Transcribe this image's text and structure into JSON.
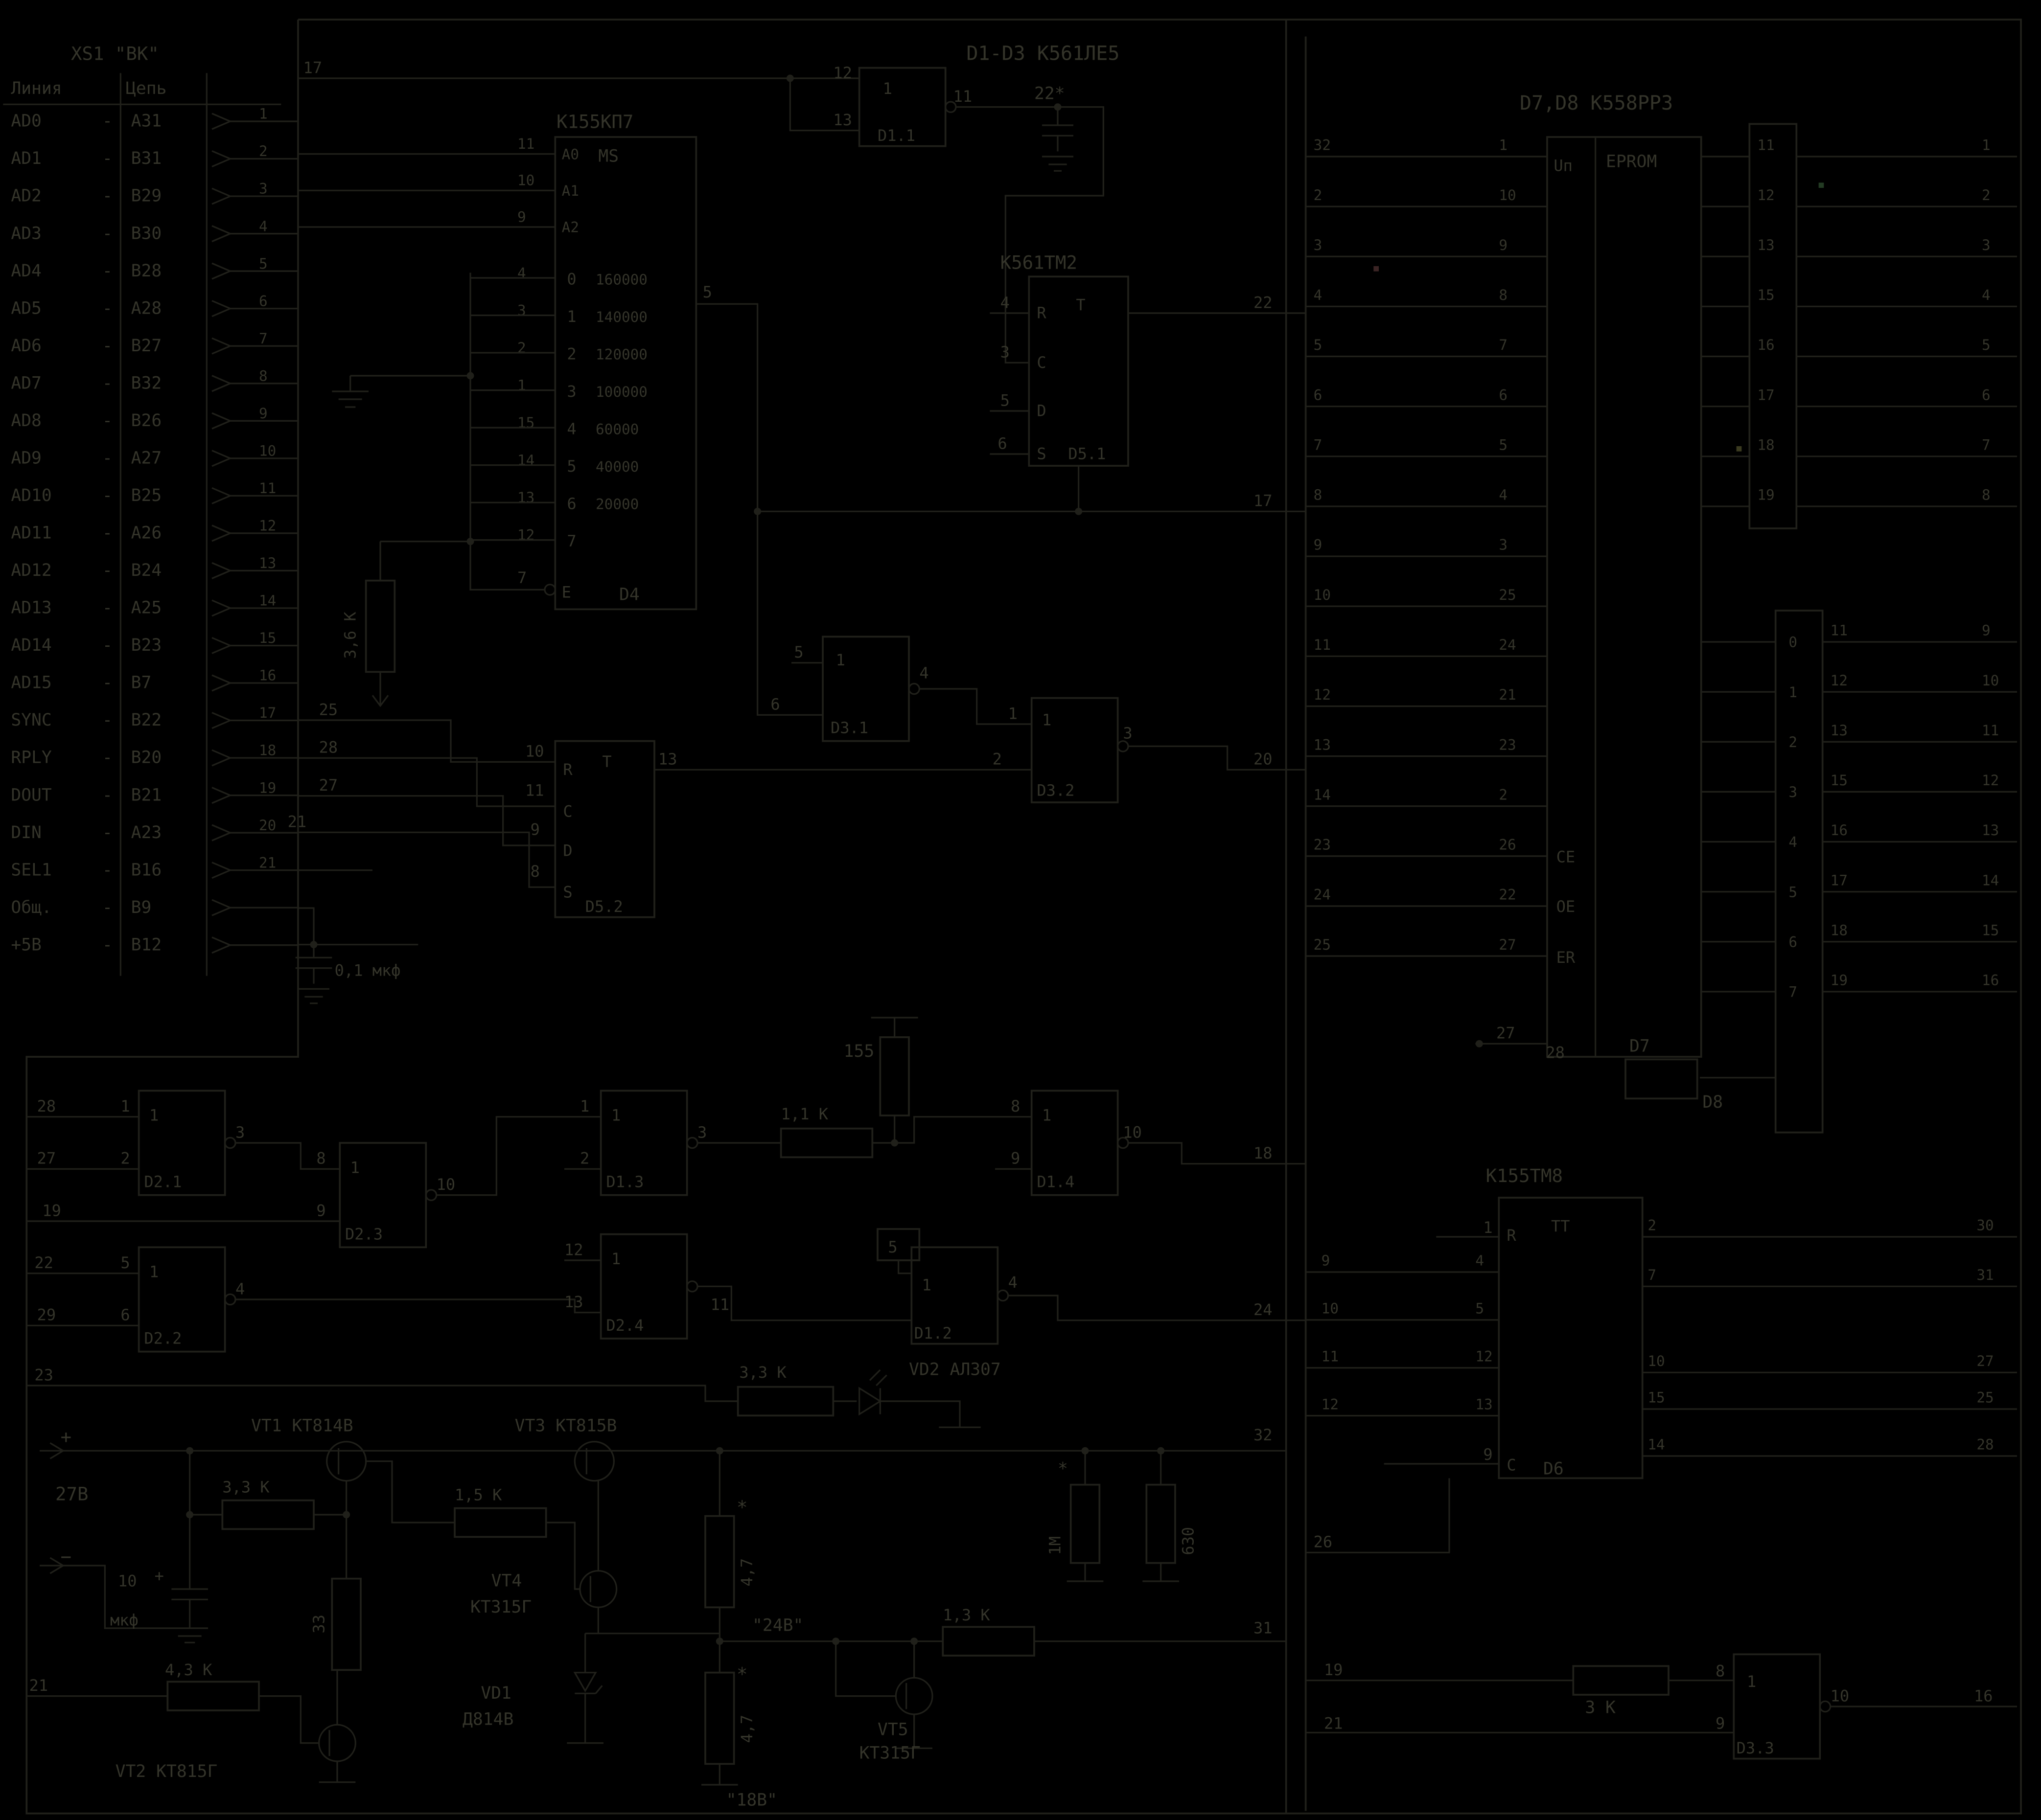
{
  "colors": {
    "background": "#000000",
    "line": "#20201a",
    "text": "#34342a",
    "speck_green": "#233b23",
    "speck_red": "#3b2424",
    "speck_yellow": "#3b3b20"
  },
  "connector": {
    "title": "XS1 \"ВК\"",
    "col_line": "Линия",
    "col_circuit": "Цепь",
    "dash": "-",
    "rows": [
      {
        "sig": "AD0",
        "pin": "A31",
        "num": "1"
      },
      {
        "sig": "AD1",
        "pin": "B31",
        "num": "2"
      },
      {
        "sig": "AD2",
        "pin": "B29",
        "num": "3"
      },
      {
        "sig": "AD3",
        "pin": "B30",
        "num": "4"
      },
      {
        "sig": "AD4",
        "pin": "B28",
        "num": "5"
      },
      {
        "sig": "AD5",
        "pin": "A28",
        "num": "6"
      },
      {
        "sig": "AD6",
        "pin": "B27",
        "num": "7"
      },
      {
        "sig": "AD7",
        "pin": "B32",
        "num": "8"
      },
      {
        "sig": "AD8",
        "pin": "B26",
        "num": "9"
      },
      {
        "sig": "AD9",
        "pin": "A27",
        "num": "10"
      },
      {
        "sig": "AD10",
        "pin": "B25",
        "num": "11"
      },
      {
        "sig": "AD11",
        "pin": "A26",
        "num": "12"
      },
      {
        "sig": "AD12",
        "pin": "B24",
        "num": "13"
      },
      {
        "sig": "AD13",
        "pin": "A25",
        "num": "14"
      },
      {
        "sig": "AD14",
        "pin": "B23",
        "num": "15"
      },
      {
        "sig": "AD15",
        "pin": "B7",
        "num": "16"
      },
      {
        "sig": "SYNC",
        "pin": "B22",
        "num": "17"
      },
      {
        "sig": "RPLY",
        "pin": "B20",
        "num": "18"
      },
      {
        "sig": "DOUT",
        "pin": "B21",
        "num": "19"
      },
      {
        "sig": "DIN",
        "pin": "A23",
        "num": "20"
      },
      {
        "sig": "SEL1",
        "pin": "B16",
        "num": "21"
      },
      {
        "sig": "Общ.",
        "pin": "B9",
        "num": ""
      },
      {
        "sig": "+5В",
        "pin": "B12",
        "num": ""
      }
    ]
  },
  "decoder_d4": {
    "part": "К155КП7",
    "func": "MS",
    "addr_inputs": [
      "A0",
      "A1",
      "A2"
    ],
    "addr_pins": [
      "11",
      "10",
      "9"
    ],
    "data_pins": [
      "4",
      "3",
      "2",
      "1",
      "15",
      "14",
      "13",
      "12"
    ],
    "rows": [
      [
        "0",
        "160000"
      ],
      [
        "1",
        "140000"
      ],
      [
        "2",
        "120000"
      ],
      [
        "3",
        "100000"
      ],
      [
        "4",
        "60000"
      ],
      [
        "5",
        "40000"
      ],
      [
        "6",
        "20000"
      ],
      [
        "7",
        ""
      ]
    ],
    "enable": "E",
    "enable_pin": "7",
    "out_pin": "5",
    "name": "D4"
  },
  "eprom": {
    "title": "D7,D8 К558РР3",
    "supply": "Uп",
    "type": "EPROM",
    "ce": "CE",
    "oe": "OE",
    "er": "ER",
    "left_outer": [
      "32",
      "2",
      "3",
      "4",
      "5",
      "6",
      "7",
      "8",
      "9",
      "10",
      "11",
      "12",
      "13",
      "14",
      "23",
      "24",
      "25"
    ],
    "left_inner": [
      "1",
      "10",
      "9",
      "8",
      "7",
      "6",
      "5",
      "4",
      "3",
      "25",
      "24",
      "21",
      "23",
      "2",
      "26",
      "22",
      "27"
    ],
    "right_top": {
      "left": [
        "11",
        "12",
        "13",
        "15",
        "16",
        "17",
        "18",
        "19"
      ],
      "right": [
        "1",
        "2",
        "3",
        "4",
        "5",
        "6",
        "7",
        "8"
      ]
    },
    "right_bottom": {
      "left": [
        "11",
        "12",
        "13",
        "15",
        "16",
        "17",
        "18",
        "19"
      ],
      "inner": [
        "0",
        "1",
        "2",
        "3",
        "4",
        "5",
        "6",
        "7"
      ],
      "right": [
        "9",
        "10",
        "11",
        "12",
        "13",
        "14",
        "15",
        "16"
      ]
    }
  },
  "tm8": {
    "part": "К155ТМ8",
    "in_outer": [
      "9",
      "10",
      "11",
      "12"
    ],
    "in_inner": [
      "4",
      "5",
      "12",
      "13"
    ],
    "out_inner": [
      "2",
      "7",
      "10",
      "15",
      "14"
    ],
    "out_far": [
      "30",
      "31",
      "27",
      "25",
      "28"
    ]
  },
  "labels": [
    [
      "17",
      232,
      56
    ],
    [
      "D1-D3 К561ЛЕ5",
      740,
      46,
      15
    ],
    [
      "12",
      638,
      60
    ],
    [
      "13",
      638,
      96
    ],
    [
      "1",
      676,
      72
    ],
    [
      "D1.1",
      672,
      108
    ],
    [
      "11",
      730,
      78
    ],
    [
      "22*",
      792,
      76,
      13
    ],
    [
      "К561ТМ2",
      766,
      206,
      14
    ],
    [
      "4",
      766,
      236
    ],
    [
      "3",
      766,
      274
    ],
    [
      "5",
      766,
      311
    ],
    [
      "6",
      764,
      344
    ],
    [
      "R",
      794,
      244
    ],
    [
      "T",
      824,
      238
    ],
    [
      "C",
      794,
      282
    ],
    [
      "D",
      794,
      319
    ],
    [
      "S",
      794,
      352
    ],
    [
      "D5.1",
      818,
      352
    ],
    [
      "22",
      960,
      236
    ],
    [
      "17",
      960,
      388
    ],
    [
      "20",
      960,
      586
    ],
    [
      "К155КП7",
      426,
      98,
      14
    ],
    [
      "MS",
      458,
      124,
      13
    ],
    [
      "5",
      538,
      228
    ],
    [
      "7",
      396,
      447
    ],
    [
      "E",
      430,
      458
    ],
    [
      "D4",
      474,
      460,
      13
    ],
    [
      "3,6 К",
      272,
      505,
      12,
      -90
    ],
    [
      "0,1 мкф",
      256,
      748
    ],
    [
      "5",
      608,
      504
    ],
    [
      "6",
      590,
      544
    ],
    [
      "1",
      640,
      510
    ],
    [
      "D3.1",
      636,
      562
    ],
    [
      "4",
      704,
      520
    ],
    [
      "1",
      772,
      551
    ],
    [
      "2",
      760,
      586
    ],
    [
      "1",
      798,
      556
    ],
    [
      "D3.2",
      794,
      610
    ],
    [
      "3",
      860,
      566
    ],
    [
      "25",
      244,
      548
    ],
    [
      "28",
      244,
      577
    ],
    [
      "27",
      244,
      606
    ],
    [
      "21",
      220,
      634
    ],
    [
      "10",
      402,
      580
    ],
    [
      "11",
      402,
      610
    ],
    [
      "9",
      406,
      640
    ],
    [
      "8",
      406,
      672
    ],
    [
      "R",
      431,
      594
    ],
    [
      "T",
      461,
      588
    ],
    [
      "C",
      431,
      626
    ],
    [
      "D",
      431,
      656
    ],
    [
      "S",
      431,
      688
    ],
    [
      "D5.2",
      448,
      699
    ],
    [
      "13",
      504,
      586
    ],
    [
      "D7,D8 К558РР3",
      1164,
      84,
      15
    ],
    [
      "Uп",
      1190,
      131
    ],
    [
      "EPROM",
      1230,
      128,
      13
    ],
    [
      "CE",
      1192,
      661
    ],
    [
      "OE",
      1192,
      699
    ],
    [
      "ER",
      1192,
      738
    ],
    [
      "27",
      1146,
      796
    ],
    [
      "28",
      1184,
      811
    ],
    [
      "D7",
      1248,
      806,
      13
    ],
    [
      "D8",
      1304,
      849,
      13
    ],
    [
      "К155ТМ8",
      1138,
      906,
      14
    ],
    [
      "R",
      1154,
      951
    ],
    [
      "TT",
      1188,
      944
    ],
    [
      "C",
      1154,
      1127
    ],
    [
      "D6",
      1182,
      1130,
      13
    ],
    [
      "1",
      1136,
      945
    ],
    [
      "9",
      1136,
      1119
    ],
    [
      "26",
      1006,
      1186
    ],
    [
      "19",
      1014,
      1284
    ],
    [
      "21",
      1014,
      1325
    ],
    [
      "3 К",
      1214,
      1313,
      13
    ],
    [
      "8",
      1314,
      1285
    ],
    [
      "9",
      1314,
      1325
    ],
    [
      "1",
      1338,
      1293
    ],
    [
      "D3.3",
      1330,
      1344
    ],
    [
      "10",
      1402,
      1304
    ],
    [
      "16",
      1512,
      1304
    ],
    [
      "28",
      28,
      852
    ],
    [
      "27",
      28,
      892
    ],
    [
      "19",
      32,
      932
    ],
    [
      "22",
      26,
      972
    ],
    [
      "29",
      28,
      1012
    ],
    [
      "23",
      26,
      1058
    ],
    [
      "1",
      92,
      852
    ],
    [
      "2",
      92,
      892
    ],
    [
      "1",
      114,
      859
    ],
    [
      "D2.1",
      110,
      910
    ],
    [
      "3",
      180,
      872
    ],
    [
      "8",
      242,
      892
    ],
    [
      "9",
      242,
      932
    ],
    [
      "1",
      268,
      899
    ],
    [
      "D2.3",
      264,
      950
    ],
    [
      "10",
      334,
      912
    ],
    [
      "5",
      92,
      972
    ],
    [
      "6",
      92,
      1012
    ],
    [
      "1",
      114,
      979
    ],
    [
      "D2.2",
      110,
      1030
    ],
    [
      "4",
      180,
      992
    ],
    [
      "1",
      444,
      852
    ],
    [
      "2",
      444,
      892
    ],
    [
      "1",
      468,
      859
    ],
    [
      "D1.3",
      464,
      910
    ],
    [
      "3",
      534,
      872
    ],
    [
      "1,1 К",
      598,
      858
    ],
    [
      "155",
      646,
      810,
      13
    ],
    [
      "8",
      774,
      852
    ],
    [
      "9",
      774,
      892
    ],
    [
      "1",
      798,
      859
    ],
    [
      "D1.4",
      794,
      910
    ],
    [
      "10",
      860,
      872
    ],
    [
      "18",
      960,
      888
    ],
    [
      "12",
      432,
      962
    ],
    [
      "13",
      432,
      1002
    ],
    [
      "1",
      468,
      969
    ],
    [
      "D2.4",
      464,
      1020
    ],
    [
      "11",
      544,
      1004
    ],
    [
      "5",
      680,
      960
    ],
    [
      "1",
      706,
      989
    ],
    [
      "D1.2",
      700,
      1026
    ],
    [
      "4",
      772,
      987
    ],
    [
      "24",
      960,
      1008
    ],
    [
      "3,3 К",
      566,
      1056
    ],
    [
      "VD2 АЛ307",
      696,
      1054,
      13
    ],
    [
      "32",
      960,
      1104
    ],
    [
      "+",
      46,
      1106,
      14
    ],
    [
      "27В",
      42,
      1150,
      14
    ],
    [
      "−",
      46,
      1198,
      14
    ],
    [
      "VT1 КТ814В",
      192,
      1097,
      13
    ],
    [
      "VT3 КТ815В",
      394,
      1097,
      13
    ],
    [
      "3,3 К",
      170,
      1144
    ],
    [
      "1,5 К",
      348,
      1150
    ],
    [
      "10",
      90,
      1216
    ],
    [
      "+",
      118,
      1212
    ],
    [
      "мкф",
      84,
      1246
    ],
    [
      "33",
      248,
      1252,
      12,
      -90
    ],
    [
      "VT4",
      376,
      1216,
      13
    ],
    [
      "КТ315Г",
      360,
      1236,
      13
    ],
    [
      "VD1",
      368,
      1302,
      13
    ],
    [
      "Д814В",
      354,
      1322,
      13
    ],
    [
      "*",
      564,
      1160,
      14
    ],
    [
      "4,7",
      576,
      1216,
      12,
      -90
    ],
    [
      "\"24В\"",
      576,
      1250,
      13
    ],
    [
      "1,3 К",
      722,
      1242
    ],
    [
      "*",
      564,
      1288,
      14
    ],
    [
      "4,7",
      576,
      1336,
      12,
      -90
    ],
    [
      "\"18В\"",
      556,
      1384,
      13
    ],
    [
      "VT5",
      672,
      1330,
      13
    ],
    [
      "КТ315Г",
      658,
      1348,
      13
    ],
    [
      "31",
      960,
      1252
    ],
    [
      "*",
      810,
      1130,
      13
    ],
    [
      "1М",
      812,
      1192,
      12,
      -90
    ],
    [
      "630",
      914,
      1192,
      12,
      -90
    ],
    [
      "4,3 К",
      126,
      1284
    ],
    [
      "21",
      22,
      1296
    ],
    [
      "VT2 КТ815Г",
      88,
      1362,
      13
    ]
  ]
}
